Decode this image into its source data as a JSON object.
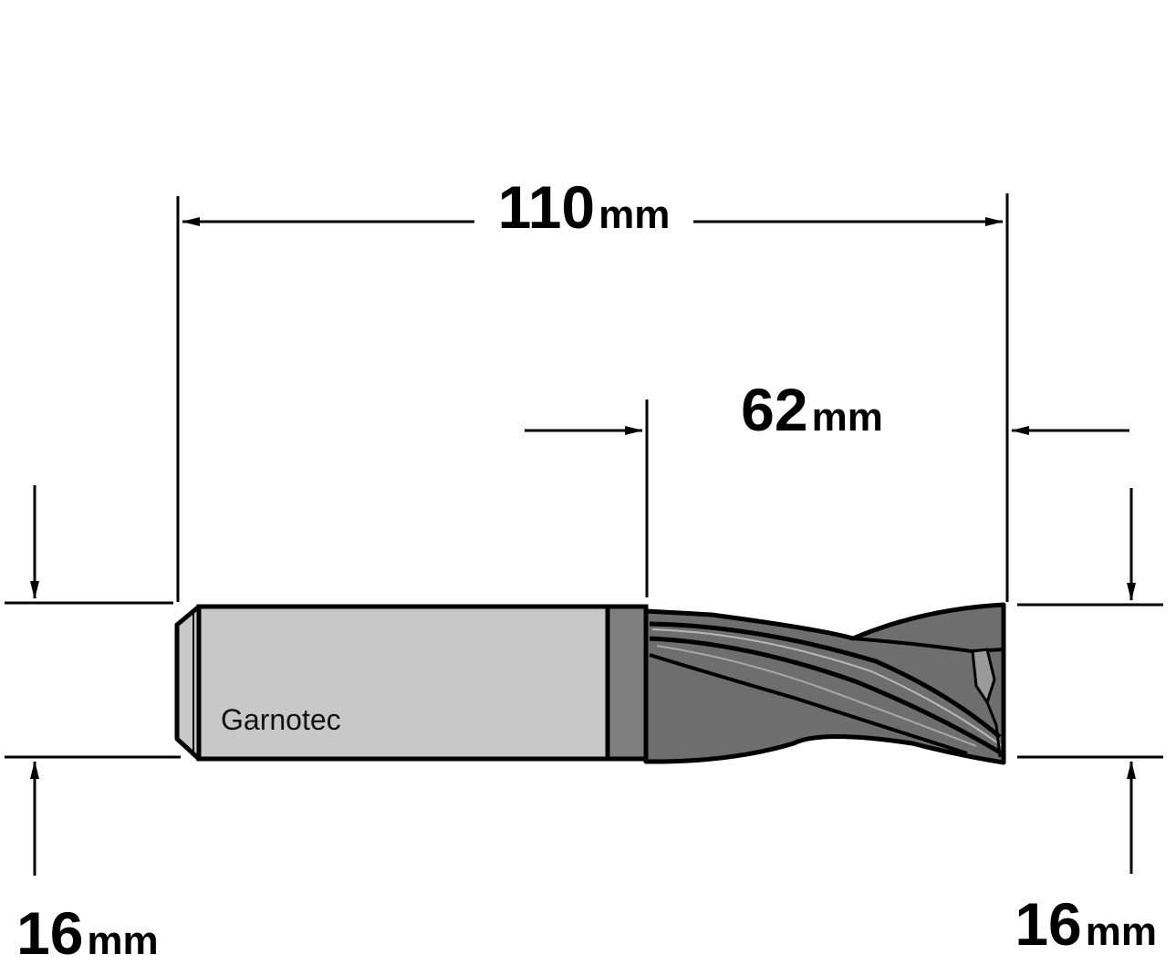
{
  "dimensions": {
    "overall_length": {
      "value": "110",
      "unit": "mm"
    },
    "cutting_length": {
      "value": "62",
      "unit": "mm"
    },
    "shank_diameter": {
      "value": "16",
      "unit": "mm"
    },
    "cutting_diameter": {
      "value": "16",
      "unit": "mm"
    }
  },
  "brand_label": "Garnotec",
  "colors": {
    "shank": "#c8c8c8",
    "shank_ring": "#7f7f7f",
    "flute": "#6e6e6e",
    "outline": "#000000"
  }
}
